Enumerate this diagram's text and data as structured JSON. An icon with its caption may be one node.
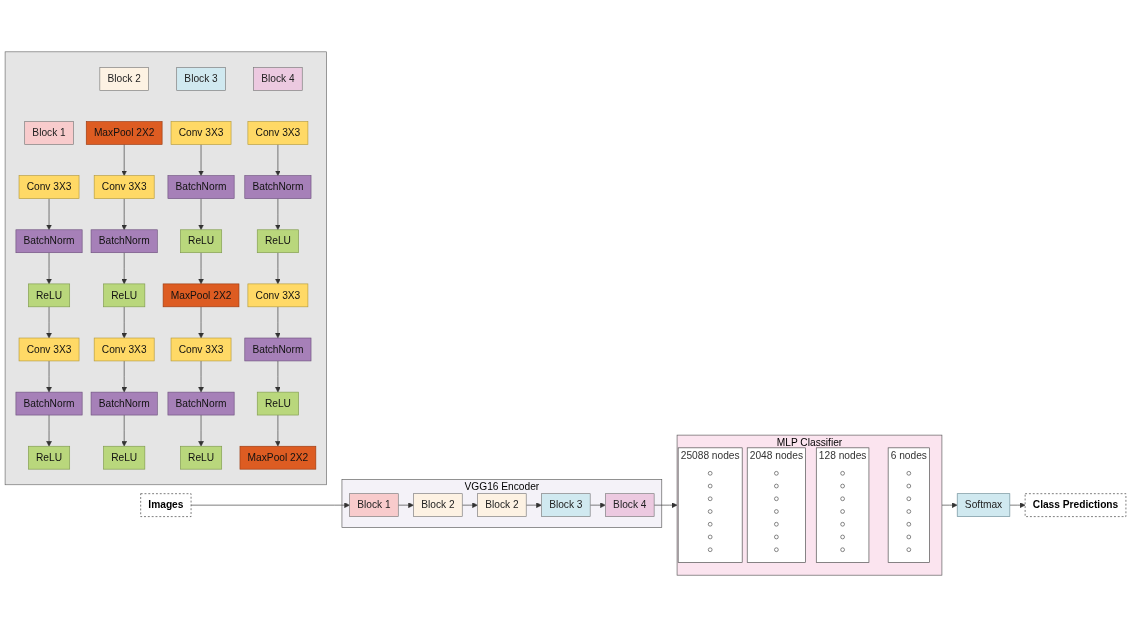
{
  "diagram": {
    "nodes": [
      {
        "text": [
          "Images"
        ]
      },
      {
        "text": [
          "VGG16 Encoder"
        ]
      },
      {
        "text": [
          "Block 1"
        ],
        "in": 1
      },
      {
        "text": [
          "Block 2"
        ],
        "in": 1
      },
      {
        "text": [
          "Block 2"
        ],
        "in": 1
      },
      {
        "text": [
          "Block 3"
        ],
        "in": 1
      },
      {
        "text": [
          "Block 4"
        ],
        "in": 1
      },
      {
        "text": [
          "MLP Classifier"
        ]
      },
      {
        "text": [
          "25088 nodes"
        ],
        "in": 7
      },
      {
        "text": [],
        "shape": "circle",
        "in": 8
      },
      {
        "text": [],
        "shape": "circle",
        "in": 8
      },
      {
        "text": [],
        "shape": "circle",
        "in": 8
      },
      {
        "text": [],
        "shape": "circle",
        "in": 8
      },
      {
        "text": [],
        "shape": "circle",
        "in": 8
      },
      {
        "text": [],
        "shape": "circle",
        "in": 8
      },
      {
        "text": [],
        "shape": "circle",
        "in": 8
      },
      {
        "text": [
          "2048 nodes"
        ],
        "in": 7
      },
      {
        "text": [],
        "shape": "circle",
        "in": 16
      },
      {
        "text": [],
        "shape": "circle",
        "in": 16
      },
      {
        "text": [],
        "shape": "circle",
        "in": 16
      },
      {
        "text": [],
        "shape": "circle",
        "in": 16
      },
      {
        "text": [],
        "shape": "circle",
        "in": 16
      },
      {
        "text": [],
        "shape": "circle",
        "in": 16
      },
      {
        "text": [],
        "shape": "circle",
        "in": 16
      },
      {
        "text": [
          "128 nodes"
        ],
        "in": 7
      },
      {
        "text": [],
        "shape": "circle",
        "in": 24
      },
      {
        "text": [],
        "shape": "circle",
        "in": 24
      },
      {
        "text": [],
        "shape": "circle",
        "in": 24
      },
      {
        "text": [],
        "shape": "circle",
        "in": 24
      },
      {
        "text": [],
        "shape": "circle",
        "in": 24
      },
      {
        "text": [],
        "shape": "circle",
        "in": 24
      },
      {
        "text": [],
        "shape": "circle",
        "in": 24
      },
      {
        "text": [
          "6 nodes"
        ],
        "in": 7
      },
      {
        "text": [],
        "shape": "circle",
        "in": 32
      },
      {
        "text": [],
        "shape": "circle",
        "in": 32
      },
      {
        "text": [],
        "shape": "circle",
        "in": 32
      },
      {
        "text": [],
        "shape": "circle",
        "in": 32
      },
      {
        "text": [],
        "shape": "circle",
        "in": 32
      },
      {
        "text": [],
        "shape": "circle",
        "in": 32
      },
      {
        "text": [],
        "shape": "circle",
        "in": 32
      },
      {
        "text": [
          "Softmax"
        ]
      },
      {
        "text": [
          "Class Predictions"
        ]
      },
      {
        "text": [],
        "shape": "box"
      },
      {
        "text": [
          "Block 1"
        ],
        "in": 42
      },
      {
        "text": [
          "Block 2"
        ],
        "in": 42
      },
      {
        "text": [
          "Block 3"
        ],
        "in": 42
      },
      {
        "text": [
          "Block 4"
        ],
        "in": 42
      },
      {
        "text": [
          "Conv 3X3"
        ],
        "in": 42
      },
      {
        "text": [
          "BatchNorm"
        ],
        "in": 42
      },
      {
        "text": [
          "ReLU"
        ],
        "in": 42
      },
      {
        "text": [
          "Conv 3X3"
        ],
        "in": 42
      },
      {
        "text": [
          "BatchNorm"
        ],
        "in": 42
      },
      {
        "text": [
          "ReLU"
        ],
        "in": 42
      },
      {
        "text": [
          "MaxPool 2X2"
        ],
        "in": 42
      },
      {
        "text": [
          "Conv 3X3"
        ],
        "in": 42
      },
      {
        "text": [
          "BatchNorm"
        ],
        "in": 42
      },
      {
        "text": [
          "ReLU"
        ],
        "in": 42
      },
      {
        "text": [
          "Conv 3X3"
        ],
        "in": 42
      },
      {
        "text": [
          "BatchNorm"
        ],
        "in": 42
      },
      {
        "text": [
          "ReLU"
        ],
        "in": 42
      },
      {
        "text": [
          "Conv 3X3"
        ],
        "in": 42
      },
      {
        "text": [
          "BatchNorm"
        ],
        "in": 42
      },
      {
        "text": [
          "ReLU"
        ],
        "in": 42
      },
      {
        "text": [
          "MaxPool 2X2"
        ],
        "in": 42
      },
      {
        "text": [
          "Conv 3X3"
        ],
        "in": 42
      },
      {
        "text": [
          "BatchNorm"
        ],
        "in": 42
      },
      {
        "text": [
          "ReLU"
        ],
        "in": 42
      },
      {
        "text": [
          "Conv 3X3"
        ],
        "in": 42
      },
      {
        "text": [
          "BatchNorm"
        ],
        "in": 42
      },
      {
        "text": [
          "ReLU"
        ],
        "in": 42
      },
      {
        "text": [
          "Conv 3X3"
        ],
        "in": 42
      },
      {
        "text": [
          "BatchNorm"
        ],
        "in": 42
      },
      {
        "text": [
          "ReLU"
        ],
        "in": 42
      },
      {
        "text": [
          "MaxPool 2X2"
        ],
        "in": 42
      }
    ],
    "edges": [
      {
        "from": 0,
        "to": 2,
        "arrow": "to"
      },
      {
        "from": 2,
        "to": 3,
        "arrow": "to"
      },
      {
        "from": 3,
        "to": 4,
        "arrow": "to"
      },
      {
        "from": 4,
        "to": 5,
        "arrow": "to"
      },
      {
        "from": 5,
        "to": 6,
        "arrow": "to"
      },
      {
        "from": 6,
        "to": 7,
        "arrow": "to"
      },
      {
        "from": 7,
        "to": 40,
        "arrow": "to"
      },
      {
        "from": 40,
        "to": 41,
        "arrow": "to"
      },
      {
        "from": 47,
        "to": 48,
        "arrow": "to"
      },
      {
        "from": 48,
        "to": 49,
        "arrow": "to"
      },
      {
        "from": 49,
        "to": 50,
        "arrow": "to"
      },
      {
        "from": 50,
        "to": 51,
        "arrow": "to"
      },
      {
        "from": 51,
        "to": 52,
        "arrow": "to"
      },
      {
        "from": 53,
        "to": 54,
        "arrow": "to"
      },
      {
        "from": 54,
        "to": 55,
        "arrow": "to"
      },
      {
        "from": 55,
        "to": 56,
        "arrow": "to"
      },
      {
        "from": 56,
        "to": 57,
        "arrow": "to"
      },
      {
        "from": 57,
        "to": 58,
        "arrow": "to"
      },
      {
        "from": 58,
        "to": 59,
        "arrow": "to"
      },
      {
        "from": 60,
        "to": 61,
        "arrow": "to"
      },
      {
        "from": 61,
        "to": 62,
        "arrow": "to"
      },
      {
        "from": 62,
        "to": 63,
        "arrow": "to"
      },
      {
        "from": 63,
        "to": 64,
        "arrow": "to"
      },
      {
        "from": 64,
        "to": 65,
        "arrow": "to"
      },
      {
        "from": 65,
        "to": 66,
        "arrow": "to"
      },
      {
        "from": 67,
        "to": 68,
        "arrow": "to"
      },
      {
        "from": 68,
        "to": 69,
        "arrow": "to"
      },
      {
        "from": 69,
        "to": 70,
        "arrow": "to"
      },
      {
        "from": 70,
        "to": 71,
        "arrow": "to"
      },
      {
        "from": 71,
        "to": 72,
        "arrow": "to"
      },
      {
        "from": 72,
        "to": 73,
        "arrow": "to"
      }
    ]
  }
}
